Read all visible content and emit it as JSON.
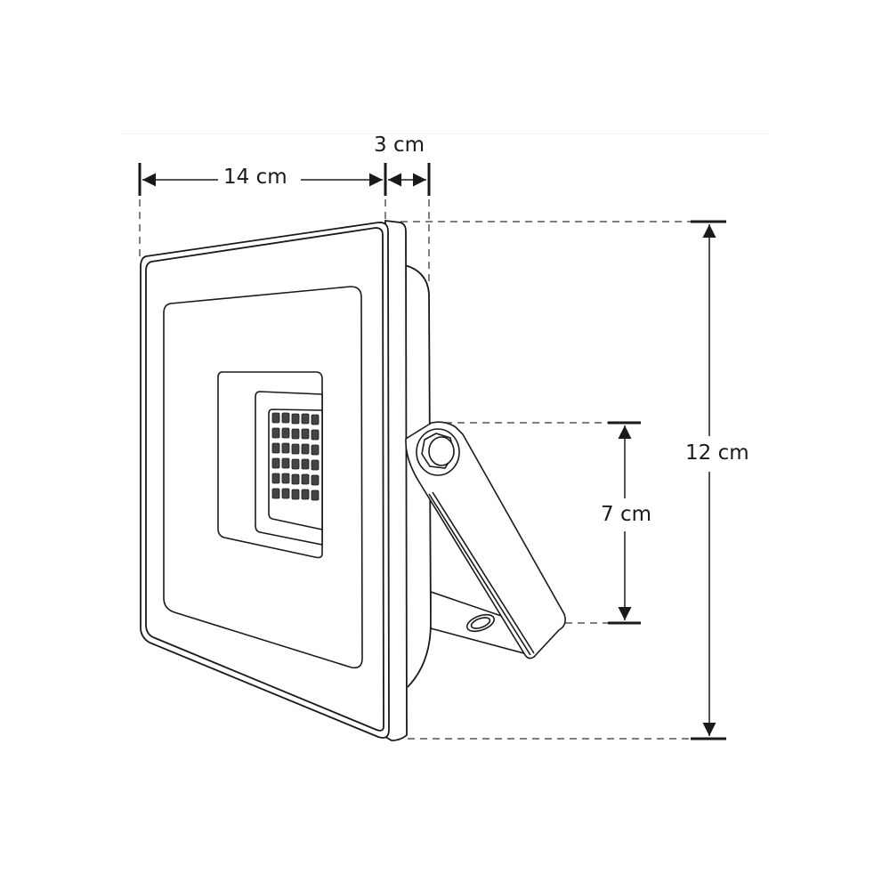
{
  "diagram": {
    "subject": "LED floodlight with tilt bracket",
    "dimensions": {
      "width": "14 cm",
      "depth": "3 cm",
      "height": "12 cm",
      "bracket_height": "7 cm"
    },
    "led_array": {
      "columns": 5,
      "rows": 6
    },
    "colors": {
      "line": "#1a1a1a",
      "dash": "#555555",
      "background": "#ffffff",
      "led_fill": "#3a3a3a"
    }
  }
}
